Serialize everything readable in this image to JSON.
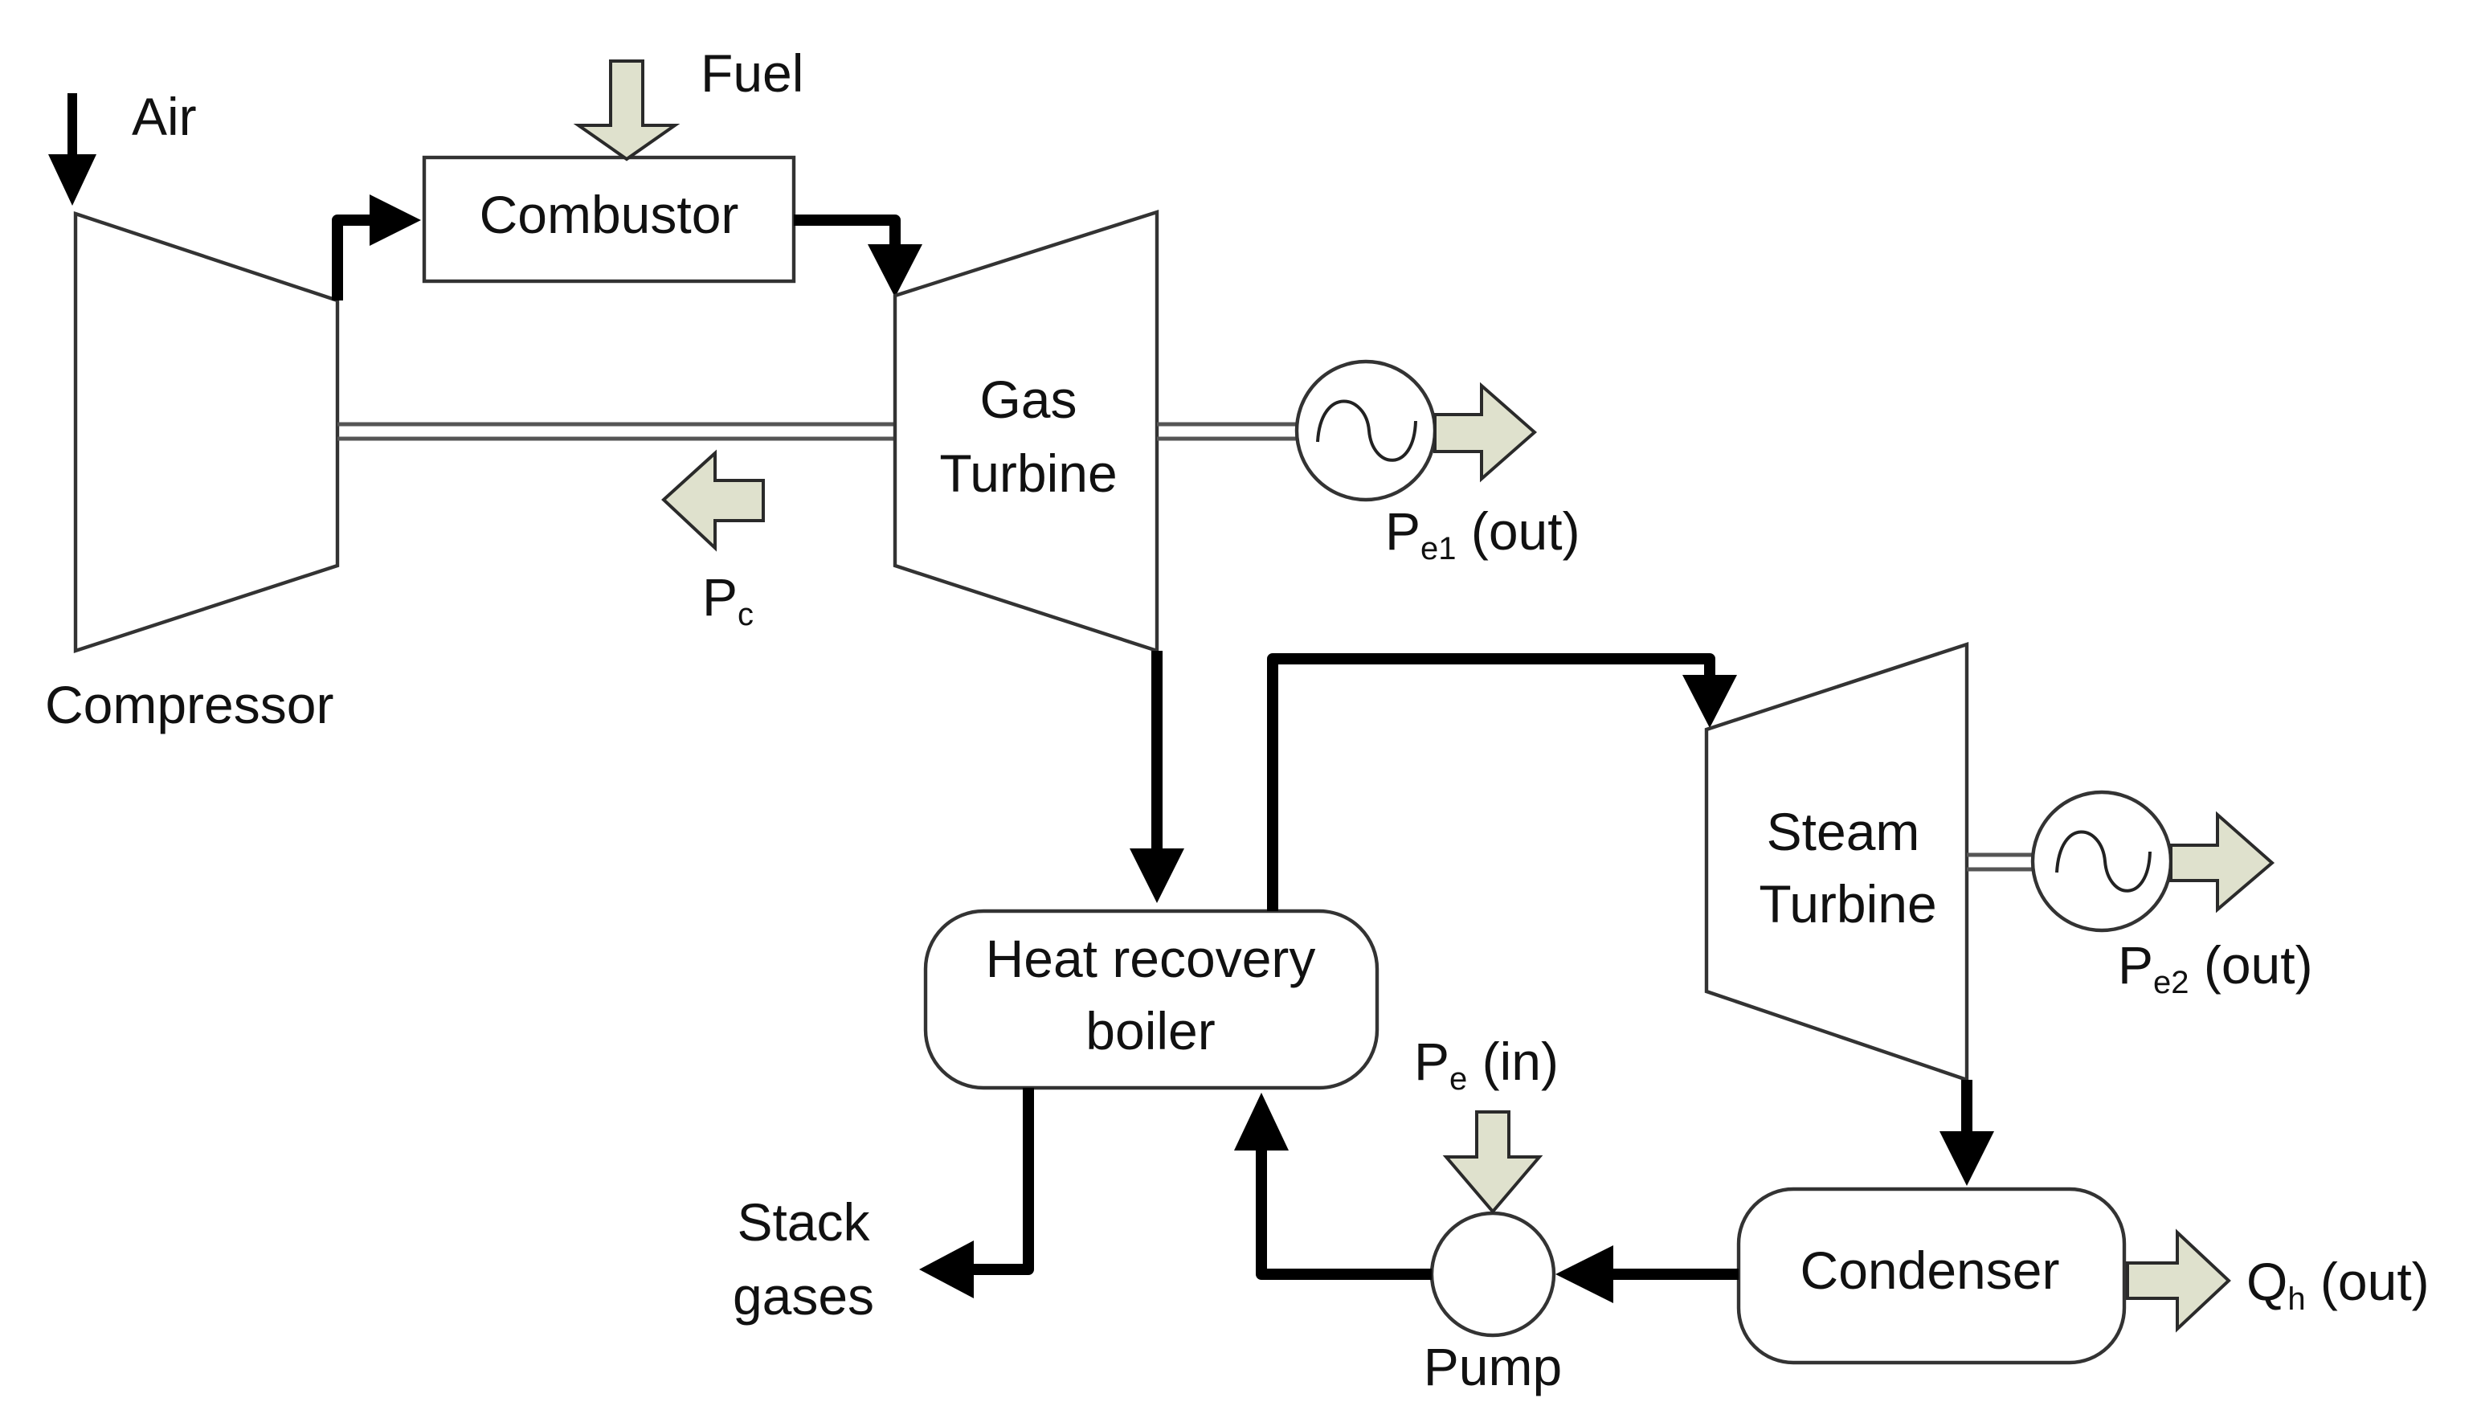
{
  "title": "Combined cycle power plant schematic",
  "colors": {
    "energy_arrow_fill": "#dfe1cd",
    "flow_line": "#000000",
    "outline": "#333333",
    "background": "#ffffff"
  },
  "components": {
    "compressor": {
      "label": "Compressor"
    },
    "combustor": {
      "label": "Combustor"
    },
    "gas_turbine": {
      "label_line1": "Gas",
      "label_line2": "Turbine"
    },
    "generator_1": {
      "symbol": "ac-sine-icon"
    },
    "heat_recovery_boiler": {
      "label_line1": "Heat recovery",
      "label_line2": "boiler"
    },
    "steam_turbine": {
      "label_line1": "Steam",
      "label_line2": "Turbine"
    },
    "generator_2": {
      "symbol": "ac-sine-icon"
    },
    "condenser": {
      "label": "Condenser"
    },
    "pump": {
      "label": "Pump"
    }
  },
  "streams": {
    "air": {
      "label": "Air"
    },
    "fuel": {
      "label": "Fuel"
    },
    "stack": {
      "label_line1": "Stack",
      "label_line2": "gases"
    }
  },
  "energy_flows": {
    "pc": {
      "main": "P",
      "subscript": "c",
      "suffix": ""
    },
    "pe1": {
      "main": "P",
      "subscript": "e1",
      "suffix": " (out)"
    },
    "pe2": {
      "main": "P",
      "subscript": "e2",
      "suffix": " (out)"
    },
    "pe_in": {
      "main": "P",
      "subscript": "e",
      "suffix": " (in)"
    },
    "qh": {
      "main": "Q",
      "subscript": "h",
      "suffix": " (out)"
    }
  }
}
